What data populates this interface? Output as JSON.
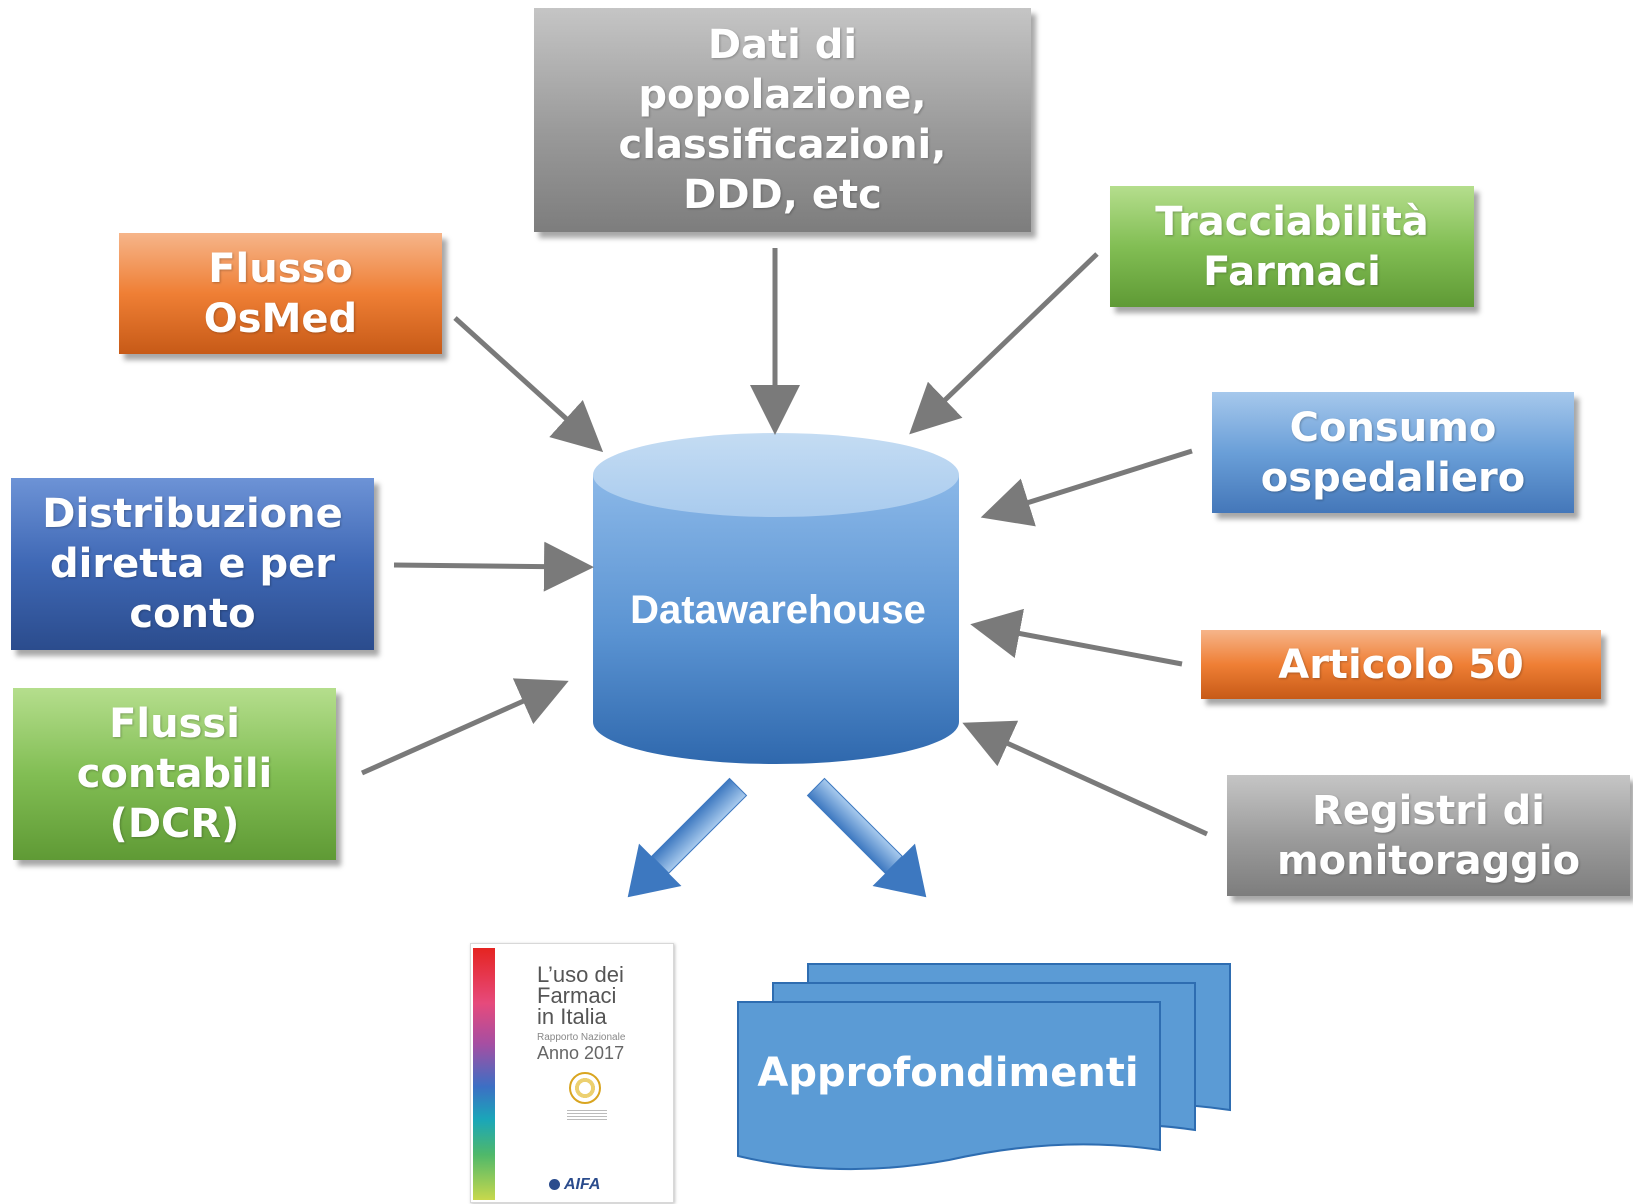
{
  "sources": {
    "dati_popolazione": "Dati di\npopolazione,\nclassificazioni,\nDDD, etc",
    "flusso_osmed": "Flusso\nOsMed",
    "tracciabilita": "Tracciabilità\nFarmaci",
    "consumo_ospedaliero": "Consumo\nospedaliero",
    "distribuzione": "Distribuzione\ndiretta e per\nconto",
    "articolo_50": "Articolo 50",
    "flussi_contabili": "Flussi\ncontabili\n(DCR)",
    "registri": "Registri di\nmonitoraggio"
  },
  "center": {
    "label": "Datawarehouse"
  },
  "outputs": {
    "report": {
      "title": "L’uso dei\nFarmaci\nin Italia",
      "subtitle": "Rapporto Nazionale",
      "year": "Anno 2017",
      "logo": "AIFA"
    },
    "approfondimenti": "Approfondimenti"
  },
  "colors": {
    "gray": "#9a9a9a",
    "orange": "#ef7f35",
    "green": "#82be54",
    "light_blue": "#6a9fd8",
    "dark_blue": "#3f68b5",
    "arrow": "#7a7a7a",
    "output_blue": "#5b9bd5"
  }
}
